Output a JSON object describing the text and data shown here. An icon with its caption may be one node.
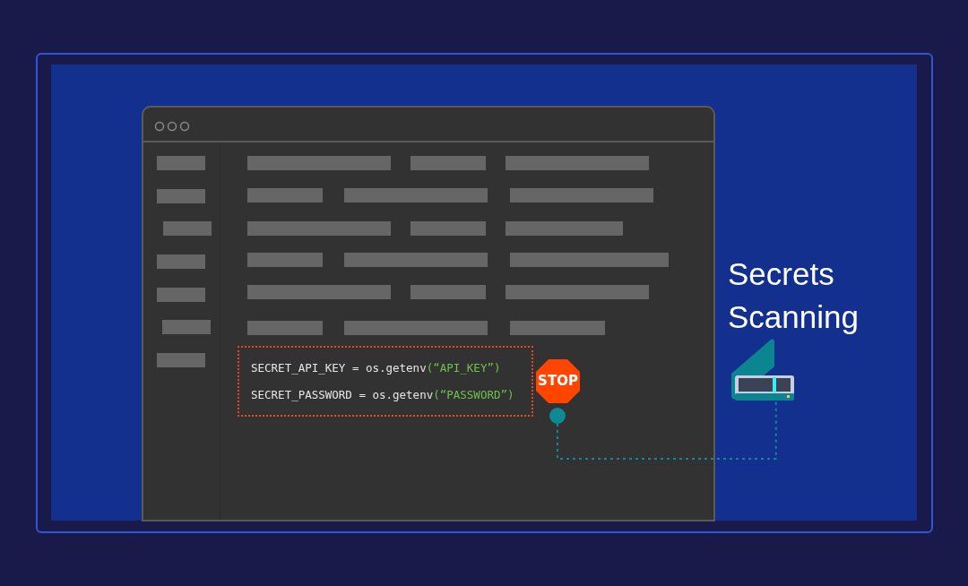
{
  "diagram": {
    "title": "Secrets Scanning",
    "nodes": [
      {
        "text": [
          "SECRET_API_KEY = os.getenv(“API_KEY”)",
          "SECRET_PASSWORD = os.getenv(“PASSWORD”)"
        ]
      },
      {
        "text": [
          "STOP"
        ]
      },
      {
        "text": [],
        "shape": "circle"
      },
      {
        "text": [],
        "shape": "picture"
      }
    ],
    "edges": [
      {
        "from": 2,
        "to": 3,
        "arrow": "none",
        "style": "dashed",
        "color": "#0e8a94"
      }
    ]
  }
}
